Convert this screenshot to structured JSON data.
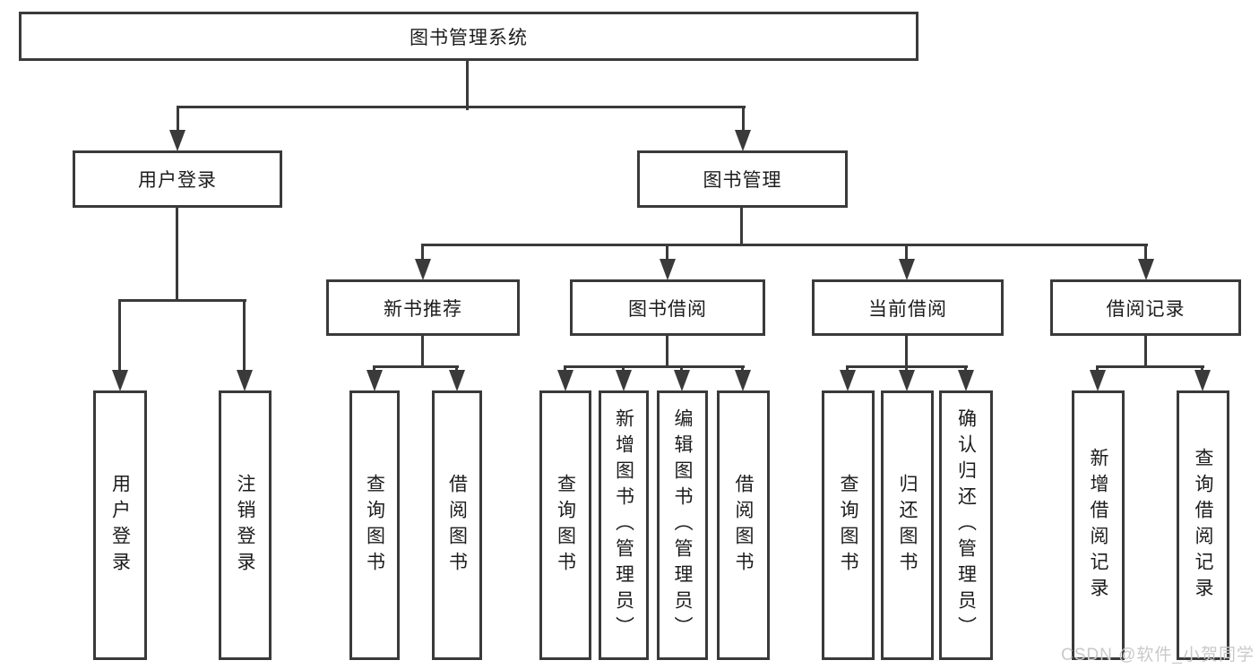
{
  "colors": {
    "line": "#3a3a3a",
    "text": "#1c1c1c",
    "watermark": "#c9c9c9",
    "background": "#ffffff"
  },
  "watermark": {
    "text": "CSDN @软件_小贺同学"
  },
  "tree": {
    "label": "图书管理系统",
    "children": [
      {
        "label": "用户登录",
        "children": [
          {
            "label": "用户登录"
          },
          {
            "label": "注销登录"
          }
        ]
      },
      {
        "label": "图书管理",
        "children": [
          {
            "label": "新书推荐",
            "children": [
              {
                "label": "查询图书"
              },
              {
                "label": "借阅图书"
              }
            ]
          },
          {
            "label": "图书借阅",
            "children": [
              {
                "label": "查询图书"
              },
              {
                "label": "新增图书（管理员）"
              },
              {
                "label": "编辑图书（管理员）"
              },
              {
                "label": "借阅图书"
              }
            ]
          },
          {
            "label": "当前借阅",
            "children": [
              {
                "label": "查询图书"
              },
              {
                "label": "归还图书"
              },
              {
                "label": "确认归还（管理员）"
              }
            ]
          },
          {
            "label": "借阅记录",
            "children": [
              {
                "label": "新增借阅记录"
              },
              {
                "label": "查询借阅记录"
              }
            ]
          }
        ]
      }
    ]
  }
}
